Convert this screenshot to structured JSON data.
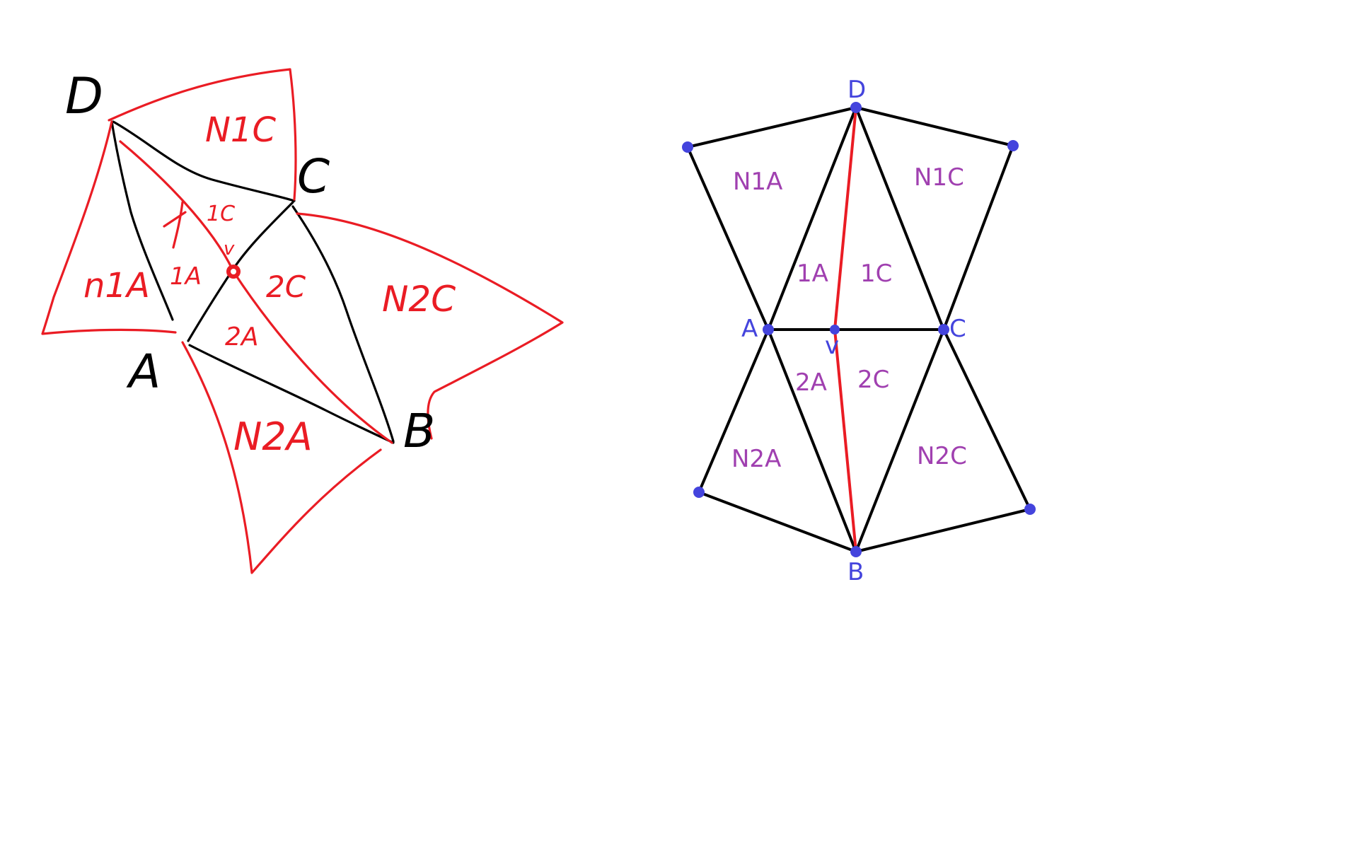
{
  "colors": {
    "ink": "#000000",
    "red": "#ea1c24",
    "vertex_blue": "#4444dd",
    "face_purple": "#a040b0"
  },
  "sketch": {
    "vertex_letters": {
      "D": "D",
      "C": "C",
      "A": "A",
      "B": "B"
    },
    "point_label": "v",
    "face_labels": {
      "n1c": "N1C",
      "one_c": "1C",
      "one_a": "1A",
      "n1a": "n1A",
      "two_c": "2C",
      "two_a": "2A",
      "n2c": "N2C",
      "n2a": "N2A"
    }
  },
  "diagram": {
    "vertices": {
      "D": "D",
      "A": "A",
      "C": "C",
      "B": "B",
      "v": "v"
    },
    "faces": {
      "N1A": "N1A",
      "N1C": "N1C",
      "1A": "1A",
      "1C": "1C",
      "2A": "2A",
      "2C": "2C",
      "N2A": "N2A",
      "N2C": "N2C"
    }
  }
}
